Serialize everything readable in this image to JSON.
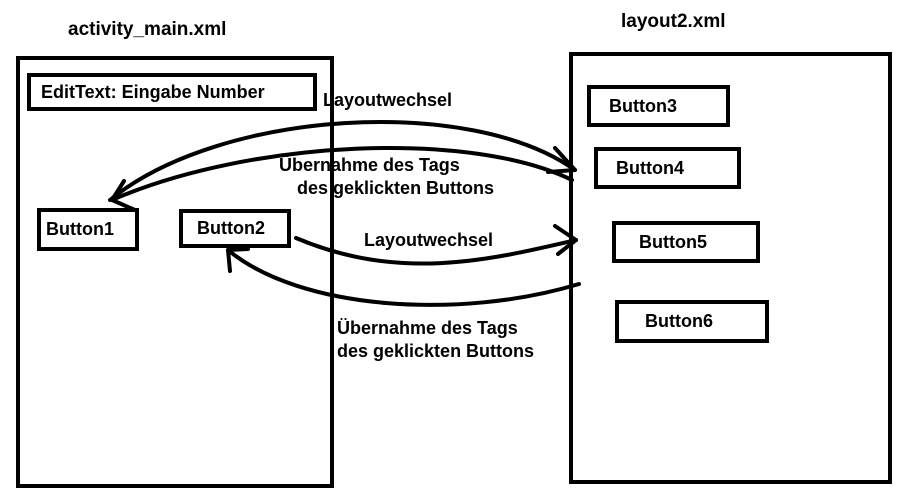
{
  "activity_main": {
    "title": "activity_main.xml",
    "edittext_label": "EditText: Eingabe Number",
    "button1": "Button1",
    "button2": "Button2"
  },
  "layout2": {
    "title": "layout2.xml",
    "buttons": [
      "Button3",
      "Button4",
      "Button5",
      "Button6"
    ]
  },
  "arrows": {
    "top_forward": "Layoutwechsel",
    "top_back_line1": "Übernahme des Tags",
    "top_back_line2": "des geklickten Buttons",
    "bottom_forward": "Layoutwechsel",
    "bottom_back_line1": "Übernahme des Tags",
    "bottom_back_line2": "des geklickten Buttons"
  }
}
